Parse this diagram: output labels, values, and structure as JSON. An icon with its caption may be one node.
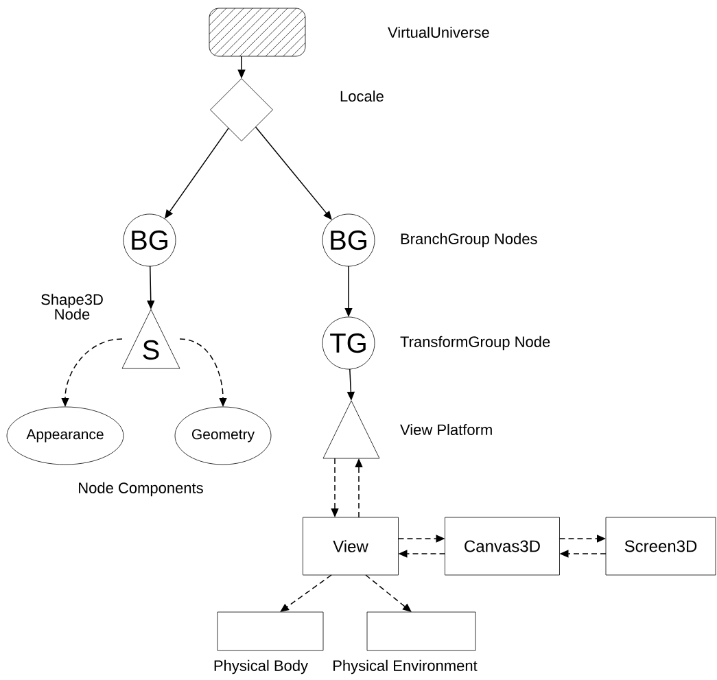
{
  "diagram": {
    "nodes": [
      {
        "text": [],
        "shape": "box"
      },
      {
        "text": [],
        "shape": "diamond"
      },
      {
        "text": [
          "BG"
        ]
      },
      {
        "text": [
          "BG"
        ],
        "beside": [
          "BranchGroup Nodes"
        ]
      },
      {
        "text": [
          "TG"
        ],
        "beside": [
          "TransformGroup Node"
        ]
      },
      {
        "text": [
          "S"
        ],
        "beside": [
          "Shape3D Node"
        ]
      },
      {
        "text": [
          "Appearance"
        ]
      },
      {
        "text": [
          "Geometry"
        ]
      },
      {
        "text": [
          "View Platform"
        ]
      },
      {
        "text": [
          "View"
        ]
      },
      {
        "text": [
          "Canvas3D"
        ]
      },
      {
        "text": [
          "Screen3D"
        ]
      },
      {
        "text": [
          "Physical Body"
        ]
      },
      {
        "text": [
          "Physical Environment"
        ]
      }
    ],
    "edges": [
      {
        "from": 0,
        "to": 1,
        "arrow": "to"
      },
      {
        "from": 1,
        "to": 2,
        "arrow": "to"
      },
      {
        "from": 1,
        "to": 3,
        "arrow": "to"
      },
      {
        "from": 2,
        "to": 5,
        "arrow": "to"
      },
      {
        "from": 3,
        "to": 4,
        "arrow": "to"
      },
      {
        "from": 4,
        "to": 8,
        "arrow": "to"
      },
      {
        "from": 5,
        "to": 6,
        "arrow": "to",
        "style": "dashed"
      },
      {
        "from": 5,
        "to": 7,
        "arrow": "to",
        "style": "dashed"
      },
      {
        "from": 8,
        "to": 9,
        "arrow": "to",
        "style": "dashed"
      },
      {
        "from": 9,
        "to": 8,
        "arrow": "to",
        "style": "dashed"
      },
      {
        "from": 9,
        "to": 10,
        "arrow": "to",
        "style": "dashed"
      },
      {
        "from": 10,
        "to": 9,
        "arrow": "to",
        "style": "dashed"
      },
      {
        "from": 10,
        "to": 11,
        "arrow": "to",
        "style": "dashed"
      },
      {
        "from": 11,
        "to": 10,
        "arrow": "to",
        "style": "dashed"
      },
      {
        "from": 9,
        "to": 12,
        "arrow": "to",
        "style": "dashed"
      },
      {
        "from": 9,
        "to": 13,
        "arrow": "to",
        "style": "dashed"
      }
    ],
    "labels": [
      "VirtualUniverse",
      "Locale",
      "Node Components"
    ]
  }
}
